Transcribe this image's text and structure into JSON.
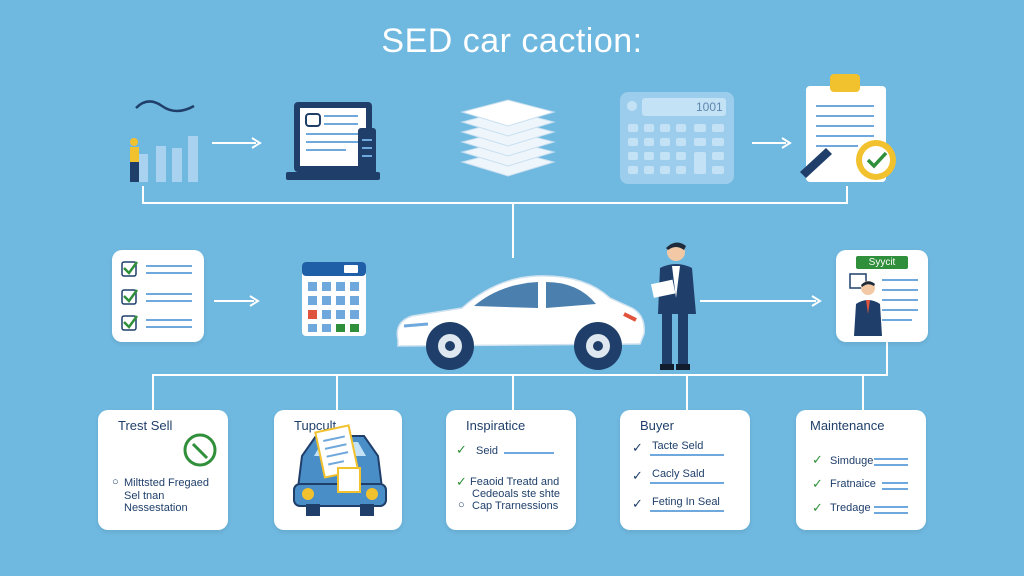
{
  "title": "SED car caction:",
  "calculator_display": "1001",
  "buyer_badge": "Syycit",
  "cards": [
    {
      "title": "Trest Sell",
      "lines": [
        "Milttsted Fregaed",
        "Sel tnan",
        "Nessestation"
      ]
    },
    {
      "title": "Tupcult",
      "lines": []
    },
    {
      "title": "Inspiratice",
      "lines": [
        "Seid",
        "Feaoid Treatd and",
        "Cedeoals ste shte",
        "Cap Trarnessions"
      ]
    },
    {
      "title": "Buyer",
      "lines": [
        "Tacte Seld",
        "Cacly Sald",
        "Feting In Seal"
      ]
    },
    {
      "title": "Maintenance",
      "lines": [
        "Simduge",
        "Fratnaice",
        "Tredage"
      ]
    }
  ],
  "colors": {
    "background": "#6fb8df",
    "card": "#ffffff",
    "check": "#2f8f3a",
    "accent_yellow": "#f2c12e",
    "navy": "#1f3f6a"
  }
}
